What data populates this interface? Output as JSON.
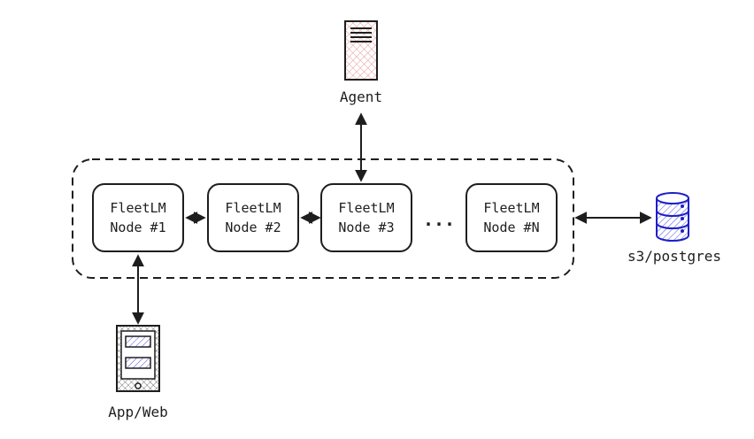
{
  "agent": {
    "label": "Agent"
  },
  "cluster": {
    "nodes": [
      {
        "line1": "FleetLM",
        "line2": "Node #1"
      },
      {
        "line1": "FleetLM",
        "line2": "Node #2"
      },
      {
        "line1": "FleetLM",
        "line2": "Node #3"
      },
      {
        "line1": "FleetLM",
        "line2": "Node #N"
      }
    ],
    "ellipsis": "..."
  },
  "storage": {
    "label": "s3/postgres",
    "color": "#1e1ec8"
  },
  "client": {
    "label": "App/Web"
  },
  "colors": {
    "stroke": "#1e1e1e",
    "hatch_red": "#e8a0a0",
    "hatch_blue": "#3b3bd6"
  }
}
